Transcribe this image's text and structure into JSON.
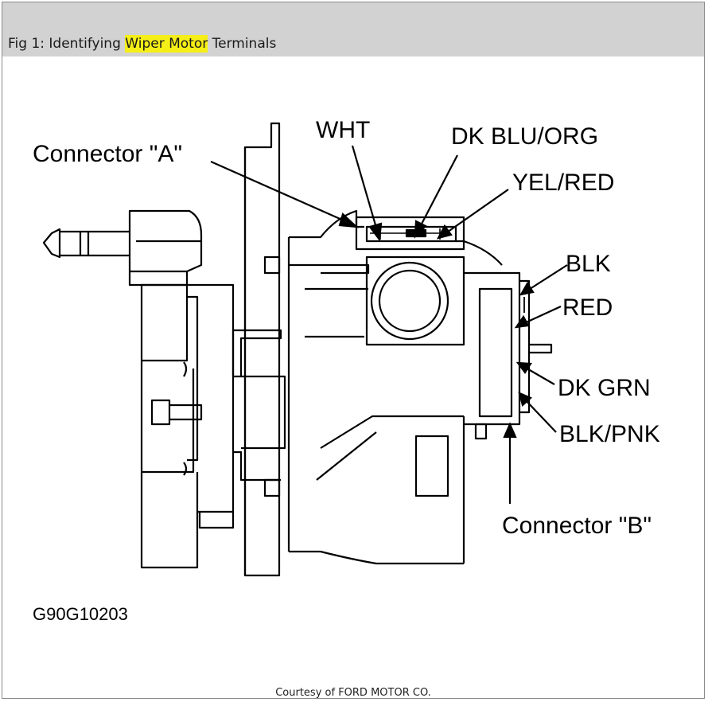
{
  "title": {
    "prefix": "Fig 1: Identifying ",
    "highlight": "Wiper Motor",
    "suffix": " Terminals"
  },
  "labels": {
    "connector_a": "Connector \"A\"",
    "wht": "WHT",
    "dk_blu_org": "DK BLU/ORG",
    "yel_red": "YEL/RED",
    "blk": "BLK",
    "red": "RED",
    "dk_grn": "DK GRN",
    "blk_pnk": "BLK/PNK",
    "connector_b": "Connector \"B\"",
    "figure_code": "G90G10203"
  },
  "credit": "Courtesy of FORD MOTOR CO.",
  "colors": {
    "titlebar": "#d2d2d2",
    "highlight": "#f5ef17"
  }
}
